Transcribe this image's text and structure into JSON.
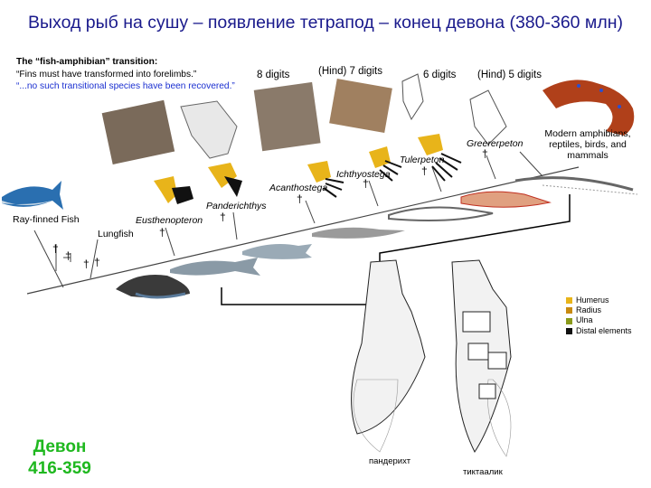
{
  "title": "Выход рыб на сушу – появление тетрапод – конец девона (380-360 млн)",
  "transition": {
    "heading": "The “fish-amphibian” transition:",
    "quote1": "“Fins must have transformed into forelimbs.”",
    "quote2": "“...no such transitional species have been recovered.”"
  },
  "digits": {
    "eight": "8 digits",
    "hind7": "(Hind) 7 digits",
    "six": "6 digits",
    "hind5": "(Hind) 5 digits"
  },
  "taxa": {
    "ray_finned": "Ray-finned Fish",
    "lungfish": "Lungfish",
    "eusthenopteron": "Eusthenopteron",
    "panderichthys": "Panderichthys",
    "acanthostega": "Acanthostega",
    "ichthyostega": "Ichthyostega",
    "tulerpeton": "Tulerpeton",
    "greererpeton": "Greererpeton",
    "modern": "Modern amphibians, reptiles, birds, and mammals"
  },
  "legend": {
    "items": [
      {
        "label": "Humerus",
        "color": "#e8b41a"
      },
      {
        "label": "Radius",
        "color": "#c88a10"
      },
      {
        "label": "Ulna",
        "color": "#8a9a1a"
      },
      {
        "label": "Distal elements",
        "color": "#111111"
      }
    ]
  },
  "captions": {
    "left": "пандерихт",
    "right": "тиктаалик"
  },
  "period": {
    "name": "Девон",
    "range": "416-359"
  },
  "colors": {
    "title": "#1a1a8c",
    "period": "#1fb81f",
    "quote": "#1a2fd0"
  }
}
